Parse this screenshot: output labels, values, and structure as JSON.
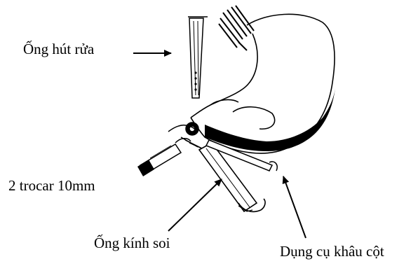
{
  "labels": {
    "suction_tube": "Ống hút rửa",
    "trocars": "2 trocar 10mm",
    "endoscope_tube": "Ống kính soi",
    "suture_instrument": "Dụng cụ khâu cột"
  },
  "colors": {
    "ink": "#000000",
    "background": "#ffffff"
  }
}
